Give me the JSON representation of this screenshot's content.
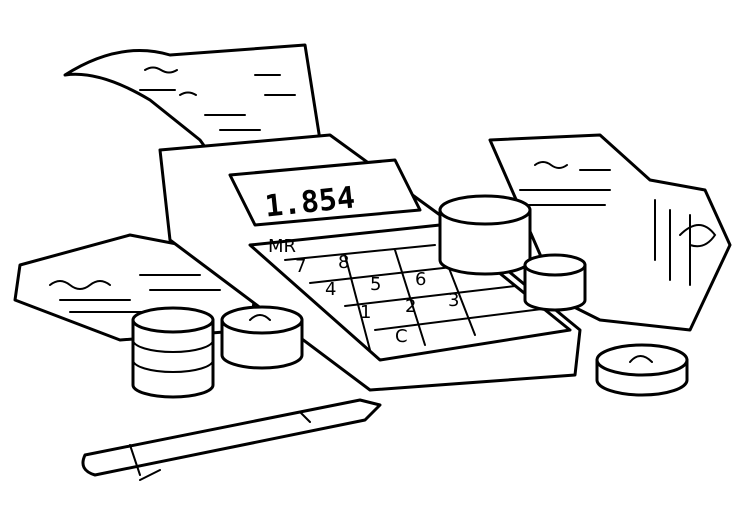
{
  "illustration": {
    "calculator": {
      "display": "1.854",
      "keys": [
        "MR",
        "7",
        "8",
        "4",
        "5",
        "6",
        "1",
        "2",
        "3",
        "C"
      ]
    }
  }
}
